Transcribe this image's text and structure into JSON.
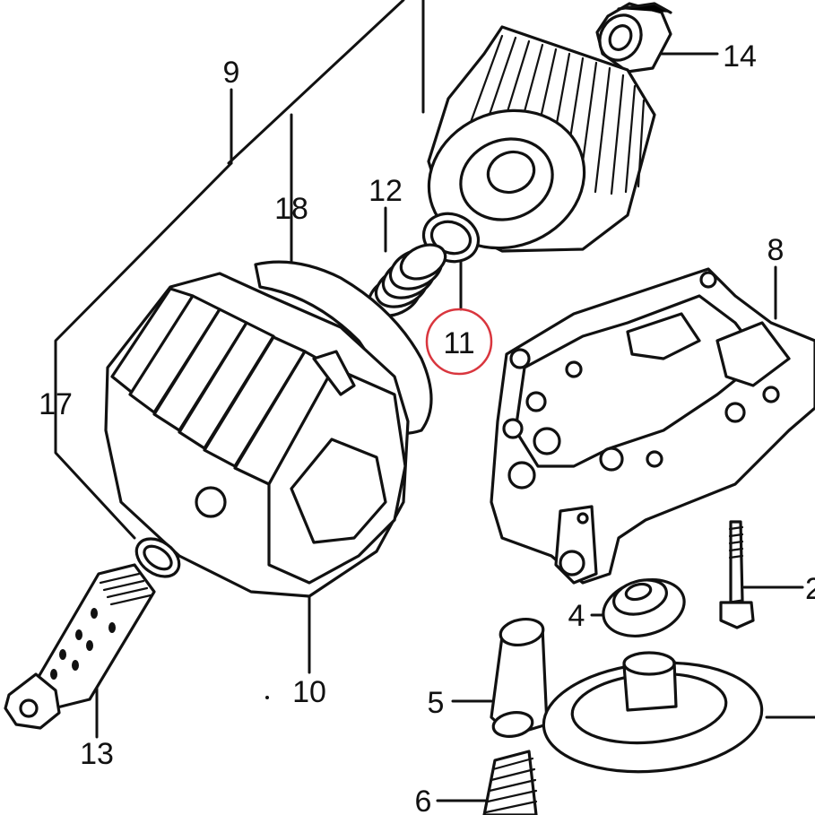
{
  "diagram": {
    "callouts": [
      {
        "id": "9",
        "label": "9"
      },
      {
        "id": "18",
        "label": "18"
      },
      {
        "id": "12",
        "label": "12"
      },
      {
        "id": "14",
        "label": "14"
      },
      {
        "id": "8",
        "label": "8"
      },
      {
        "id": "11",
        "label": "11",
        "highlighted": true
      },
      {
        "id": "17",
        "label": "17"
      },
      {
        "id": "10",
        "label": "10"
      },
      {
        "id": "13",
        "label": "13"
      },
      {
        "id": "4",
        "label": "4"
      },
      {
        "id": "2",
        "label": "2"
      },
      {
        "id": "5",
        "label": "5"
      },
      {
        "id": "6",
        "label": "6"
      }
    ],
    "highlight_color": "#d9363e",
    "line_color": "#111111"
  }
}
